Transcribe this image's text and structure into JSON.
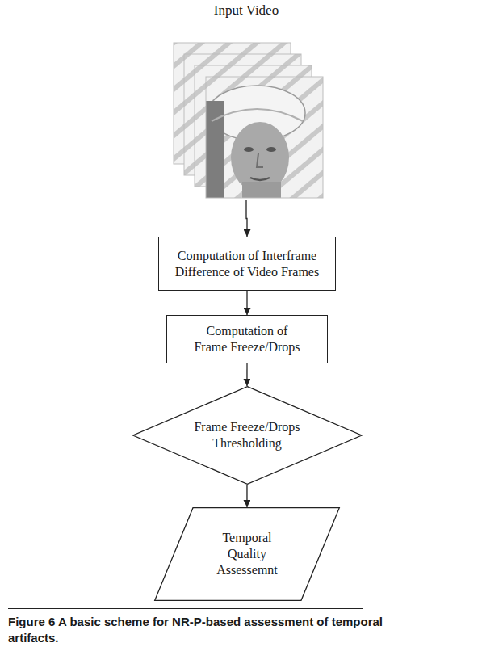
{
  "diagram": {
    "caption": "Figure 6 A basic scheme for NR-P-based assessment of temporal artifacts.",
    "nodes": [
      {
        "text": [
          "Input Video"
        ]
      },
      {
        "text": [
          "Computation of Interframe Difference of Video Frames"
        ]
      },
      {
        "text": [
          "Computation of Frame Freeze/Drops"
        ]
      },
      {
        "text": [
          "Frame Freeze/Drops Thresholding"
        ]
      },
      {
        "text": [
          "Temporal Quality Assessemnt"
        ]
      }
    ],
    "edges": [
      {
        "from": 0,
        "to": 1,
        "arrow": "to"
      },
      {
        "from": 1,
        "to": 2,
        "arrow": "to"
      },
      {
        "from": 2,
        "to": 3,
        "arrow": "to"
      },
      {
        "from": 3,
        "to": 4,
        "arrow": "to"
      }
    ]
  }
}
